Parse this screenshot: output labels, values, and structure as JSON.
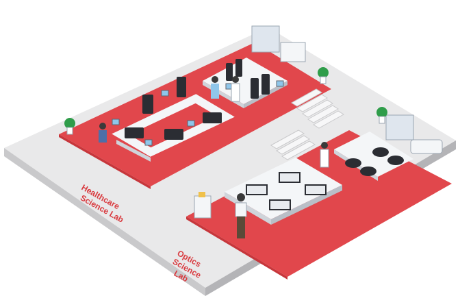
{
  "labs": [
    {
      "id": "healthcare",
      "label_lines": [
        "Healthcare",
        "Science Lab"
      ]
    },
    {
      "id": "optics",
      "label_lines": [
        "Optics",
        "Science",
        "Lab"
      ]
    }
  ],
  "colors": {
    "floor_top": "#e9e9ea",
    "floor_side_left": "#c9c9cb",
    "floor_side_right": "#b4b4b7",
    "zone_red": "#e1474c",
    "zone_red_dark": "#c7363b",
    "bench_top": "#f4f6f8",
    "bench_side": "#cfd4da",
    "instrument_dark": "#2b2d33",
    "instrument_light": "#e8ebef",
    "screen_blue": "#8fc6ea",
    "plant_green": "#2f9d4a",
    "label_red": "#d93a3f"
  }
}
